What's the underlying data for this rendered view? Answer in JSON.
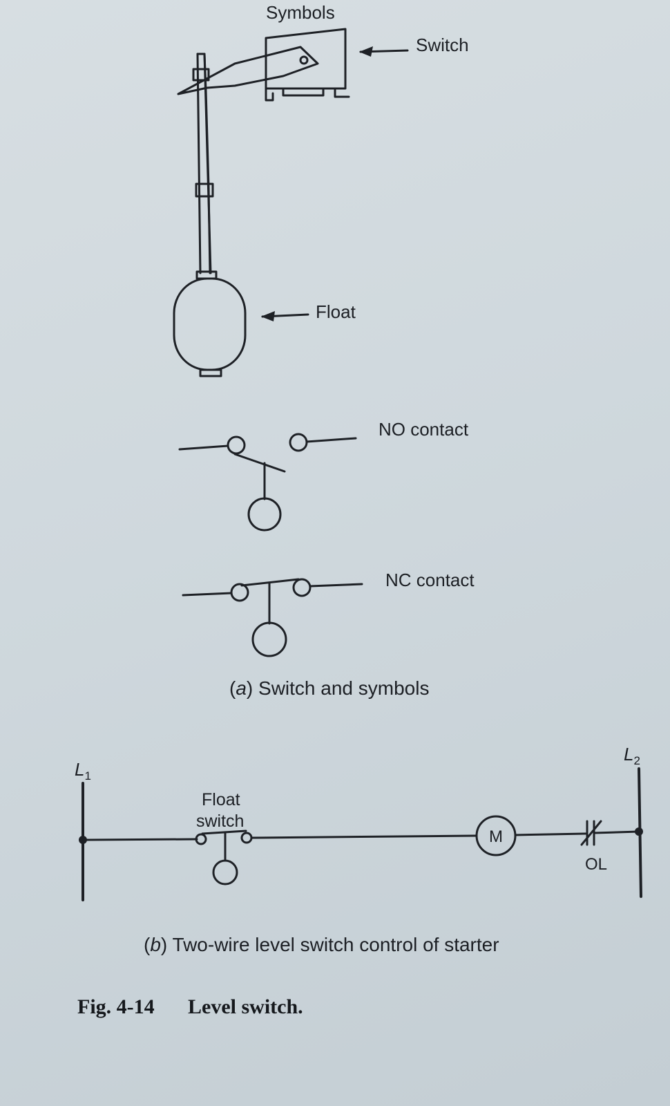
{
  "part_a": {
    "symbols_label": "Symbols",
    "switch_label": "Switch",
    "float_label": "Float",
    "no_contact_label": "NO contact",
    "nc_contact_label": "NC contact",
    "caption_letter": "a",
    "caption_text": "Switch and symbols"
  },
  "part_b": {
    "l1_letter": "L",
    "l1_sub": "1",
    "l2_letter": "L",
    "l2_sub": "2",
    "float_switch_line1": "Float",
    "float_switch_line2": "switch",
    "motor_label": "M",
    "overload_label": "OL",
    "caption_letter": "b",
    "caption_text": "Two-wire level switch control of starter"
  },
  "figure": {
    "number": "Fig. 4-14",
    "title": "Level switch."
  },
  "colors": {
    "ink": "#1e2126",
    "paper": "#d3dbe0"
  }
}
